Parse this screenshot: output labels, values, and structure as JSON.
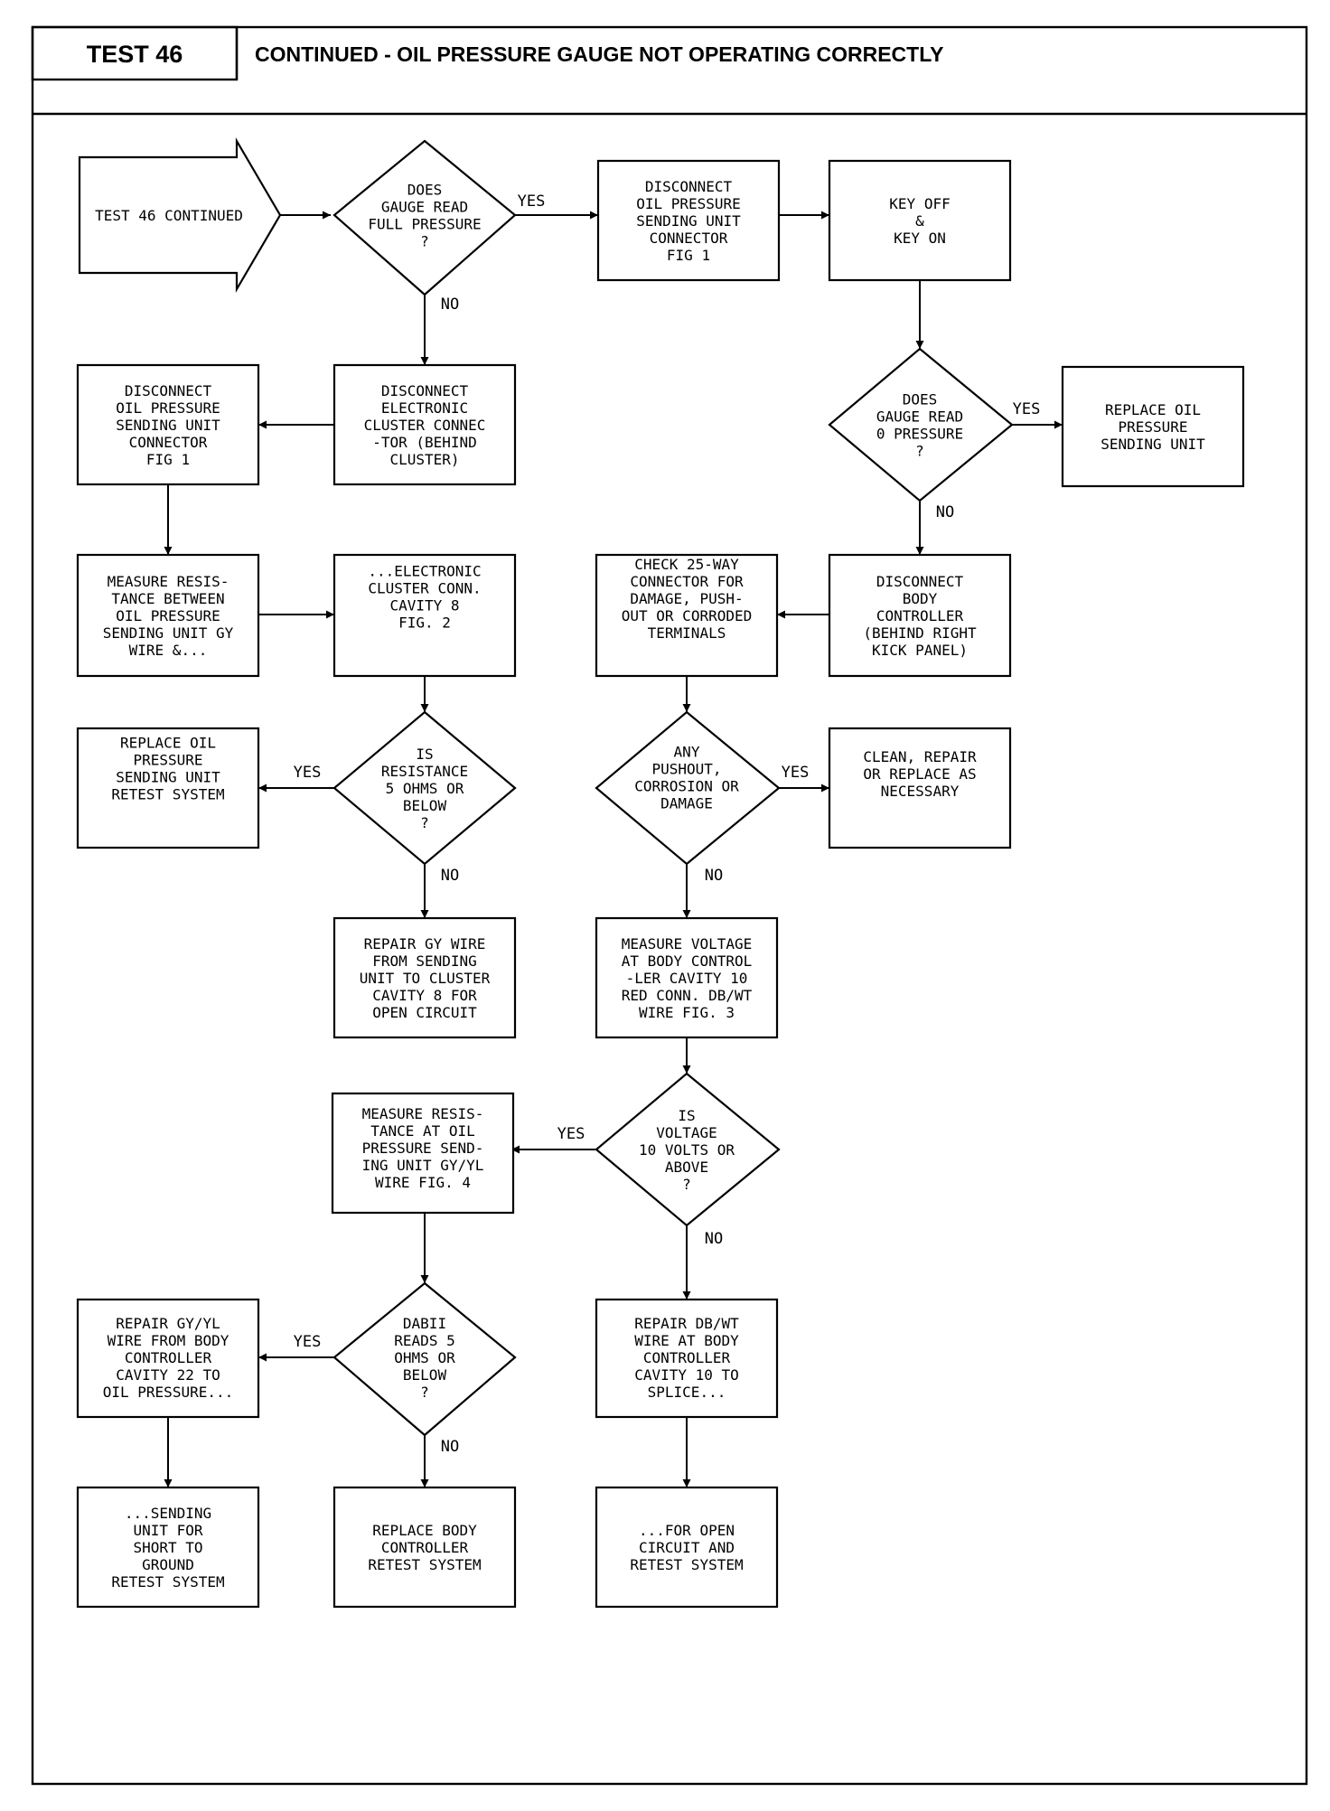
{
  "header": {
    "test_label": "TEST 46",
    "title": "CONTINUED - OIL PRESSURE GAUGE NOT OPERATING CORRECTLY"
  },
  "nodes": {
    "start": [
      "TEST 46 CONTINUED"
    ],
    "d_full": [
      "DOES",
      "GAUGE READ",
      "FULL PRESSURE",
      "?"
    ],
    "b_disc_conn_top": [
      "DISCONNECT",
      "OIL PRESSURE",
      "SENDING UNIT",
      "CONNECTOR",
      "FIG 1"
    ],
    "b_key": [
      "KEY OFF",
      "&",
      "KEY ON"
    ],
    "d_zero": [
      "DOES",
      "GAUGE READ",
      "0 PRESSURE",
      "?"
    ],
    "b_replace_top": [
      "REPLACE OIL",
      "PRESSURE",
      "SENDING UNIT"
    ],
    "b_disc_cluster": [
      "DISCONNECT",
      "ELECTRONIC",
      "CLUSTER CONNEC",
      "-TOR (BEHIND",
      "CLUSTER)"
    ],
    "b_disc_left": [
      "DISCONNECT",
      "OIL PRESSURE",
      "SENDING UNIT",
      "CONNECTOR",
      "FIG 1"
    ],
    "b_measure_res": [
      "MEASURE RESIS-",
      "TANCE BETWEEN",
      "OIL PRESSURE",
      "SENDING UNIT GY",
      "WIRE &..."
    ],
    "b_cluster_conn": [
      "...ELECTRONIC",
      "CLUSTER CONN.",
      "CAVITY 8",
      "FIG. 2"
    ],
    "b_check25": [
      "CHECK 25-WAY",
      "CONNECTOR FOR",
      "DAMAGE, PUSH-",
      "OUT OR CORRODED",
      "TERMINALS"
    ],
    "b_disc_body": [
      "DISCONNECT",
      "BODY",
      "CONTROLLER",
      "(BEHIND RIGHT",
      "KICK PANEL)"
    ],
    "b_replace_mid": [
      "REPLACE OIL",
      "PRESSURE",
      "SENDING UNIT",
      "RETEST SYSTEM"
    ],
    "d_res5": [
      "IS",
      "RESISTANCE",
      "5 OHMS OR",
      "BELOW",
      "?"
    ],
    "d_pushout": [
      "ANY",
      "PUSHOUT,",
      "CORROSION OR",
      "DAMAGE"
    ],
    "b_clean": [
      "CLEAN, REPAIR",
      "OR REPLACE AS",
      "NECESSARY"
    ],
    "b_repair_gy": [
      "REPAIR GY WIRE",
      "FROM SENDING",
      "UNIT TO CLUSTER",
      "CAVITY 8 FOR",
      "OPEN CIRCUIT"
    ],
    "b_measure_volt": [
      "MEASURE VOLTAGE",
      "AT BODY CONTROL",
      "-LER CAVITY 10",
      "RED CONN. DB/WT",
      "WIRE FIG. 3"
    ],
    "b_measure_res2": [
      "MEASURE RESIS-",
      "TANCE AT OIL",
      "PRESSURE SEND-",
      "ING UNIT GY/YL",
      "WIRE FIG. 4"
    ],
    "d_volt10": [
      "IS",
      "VOLTAGE",
      "10 VOLTS OR",
      "ABOVE",
      "?"
    ],
    "b_repair_gyyl": [
      "REPAIR GY/YL",
      "WIRE FROM BODY",
      "CONTROLLER",
      "CAVITY 22 TO",
      "OIL PRESSURE..."
    ],
    "d_dabii": [
      "DABII",
      "READS 5",
      "OHMS OR",
      "BELOW",
      "?"
    ],
    "b_repair_dbwt": [
      "REPAIR DB/WT",
      "WIRE AT BODY",
      "CONTROLLER",
      "CAVITY 10 TO",
      "SPLICE..."
    ],
    "b_sending_short": [
      "...SENDING",
      "UNIT FOR",
      "SHORT TO",
      "GROUND",
      "RETEST SYSTEM"
    ],
    "b_replace_body": [
      "REPLACE BODY",
      "CONTROLLER",
      "RETEST SYSTEM"
    ],
    "b_open_circuit": [
      "...FOR OPEN",
      "CIRCUIT AND",
      "RETEST SYSTEM"
    ]
  },
  "branch_labels": {
    "yes": "YES",
    "no": "NO"
  }
}
